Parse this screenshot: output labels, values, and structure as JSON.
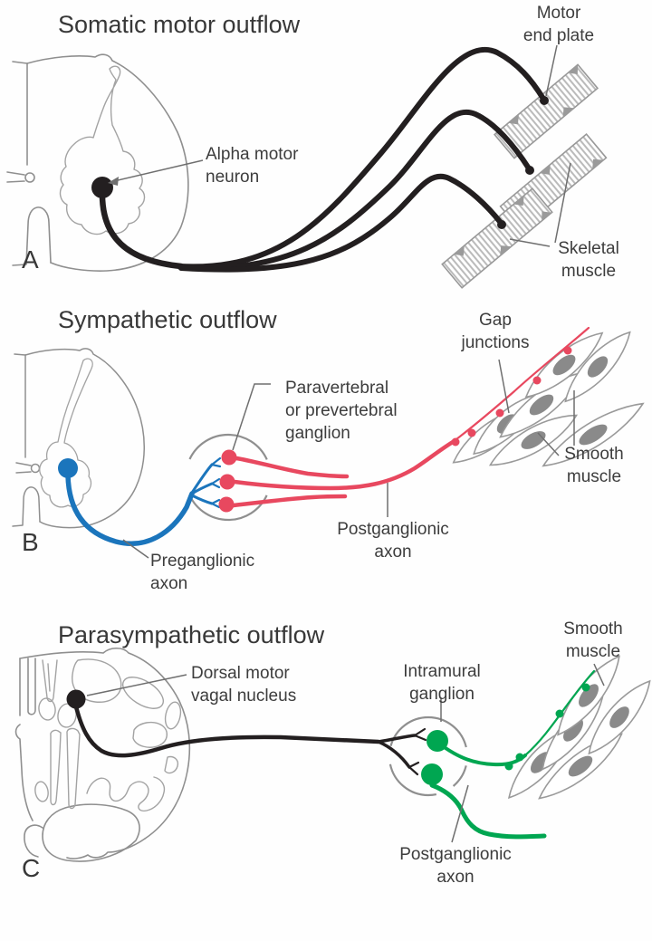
{
  "figure": {
    "panels": [
      {
        "letter": "A",
        "title": "Somatic motor outflow",
        "labels": {
          "motor_end_plate": "Motor\nend plate",
          "alpha_motor_neuron": "Alpha motor\nneuron",
          "skeletal_muscle": "Skeletal\nmuscle"
        }
      },
      {
        "letter": "B",
        "title": "Sympathetic outflow",
        "labels": {
          "gap_junctions": "Gap\njunctions",
          "ganglion": "Paravertebral\nor prevertebral\nganglion",
          "smooth_muscle": "Smooth\nmuscle",
          "postganglionic_axon": "Postganglionic\naxon",
          "preganglionic_axon": "Preganglionic\naxon"
        }
      },
      {
        "letter": "C",
        "title": "Parasympathetic outflow",
        "labels": {
          "dorsal_motor_vagal_nucleus": "Dorsal motor\nvagal nucleus",
          "intramural_ganglion": "Intramural\nganglion",
          "smooth_muscle": "Smooth\nmuscle",
          "postganglionic_axon": "Postganglionic\naxon"
        }
      }
    ],
    "colors": {
      "somatic_axon_black": "#231f20",
      "preganglionic_blue": "#1b75bc",
      "sympathetic_postganglionic_red": "#e8485f",
      "parasympathetic_green": "#00a651",
      "anatomy_outline_gray": "#8f8f8f",
      "nucleus_gray": "#8a8a8a",
      "label_text_gray": "#3d3d3d"
    }
  }
}
